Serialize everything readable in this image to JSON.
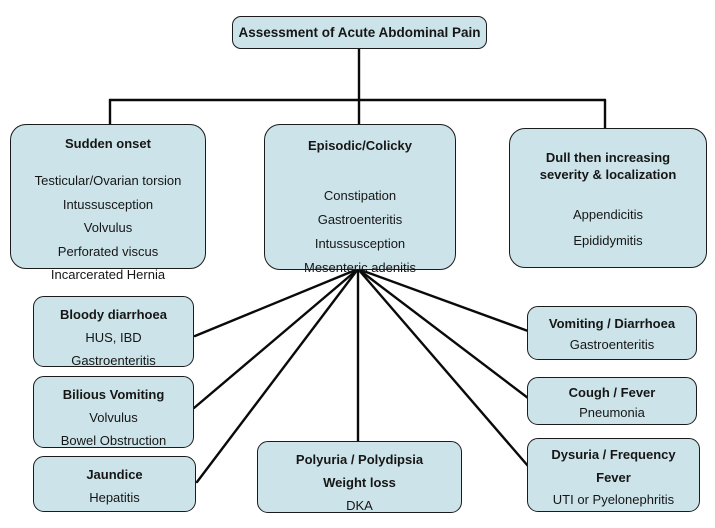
{
  "diagram": {
    "title": "Assessment of Acute Abdominal Pain",
    "colors": {
      "box_fill": "#cce4e9",
      "box_border": "#1b1b1b",
      "connector_line": "#0a0a0a",
      "background": "#ffffff",
      "text": "#161616"
    },
    "branches": [
      {
        "title": "Sudden onset",
        "items": [
          "Testicular/Ovarian torsion",
          "Intussusception",
          "Volvulus",
          "Perforated viscus",
          "Incarcerated Hernia"
        ]
      },
      {
        "title": "Episodic/Colicky",
        "items": [
          "Constipation",
          "Gastroenteritis",
          "Intussusception",
          "Mesenteric adenitis"
        ]
      },
      {
        "title": "Dull then increasing severity & localization",
        "items": [
          "Appendicitis",
          "Epididymitis"
        ]
      }
    ],
    "leaves": [
      {
        "title": "Bloody diarrhoea",
        "items": [
          "HUS, IBD",
          "Gastroenteritis"
        ]
      },
      {
        "title": "Bilious Vomiting",
        "items": [
          "Volvulus",
          "Bowel Obstruction"
        ]
      },
      {
        "title": "Jaundice",
        "items": [
          "Hepatitis"
        ]
      },
      {
        "title": "Polyuria / Polydipsia",
        "subtitle": "Weight loss",
        "items": [
          "DKA"
        ]
      },
      {
        "title": "Vomiting / Diarrhoea",
        "items": [
          "Gastroenteritis"
        ]
      },
      {
        "title": "Cough / Fever",
        "items": [
          "Pneumonia"
        ]
      },
      {
        "title": "Dysuria / Frequency",
        "subtitle": "Fever",
        "items": [
          "UTI or Pyelonephritis"
        ]
      }
    ]
  }
}
